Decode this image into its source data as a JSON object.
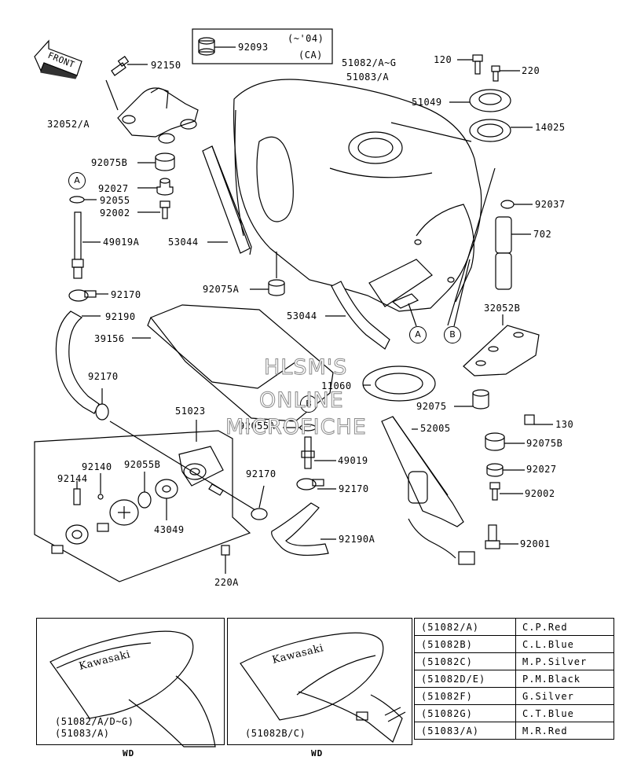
{
  "front_label": "FRONT",
  "watermark": [
    "HLSM'S",
    "ONLINE",
    "MICROFICHE"
  ],
  "ca_note": {
    "part": "92093",
    "years": "(~'04)",
    "region": "(CA)"
  },
  "callouts": {
    "A": "A",
    "B": "B"
  },
  "parts": {
    "p92150": "92150",
    "p32052A": "32052/A",
    "p92075B_1": "92075B",
    "p92027_1": "92027",
    "p92055": "92055",
    "p92002_1": "92002",
    "p49019A": "49019A",
    "p53044_1": "53044",
    "p92075A": "92075A",
    "p92170_1": "92170",
    "p92190": "92190",
    "p39156": "39156",
    "p51082": "51082/A~G",
    "p51083": "51083/A",
    "p120": "120",
    "p220": "220",
    "p51049": "51049",
    "p14025": "14025",
    "p92037": "92037",
    "p702": "702",
    "p53044_2": "53044",
    "p32052B": "32052B",
    "p11060": "11060",
    "p92075": "92075",
    "p130": "130",
    "p52005": "52005",
    "p92075B_2": "92075B",
    "p92027_2": "92027",
    "p92002_2": "92002",
    "p92001": "92001",
    "p92170_2": "92170",
    "p51023": "51023",
    "p92055A": "92055A",
    "p49019": "49019",
    "p92170_3": "92170",
    "p92170_4": "92170",
    "p92190A": "92190A",
    "p92140": "92140",
    "p92055B": "92055B",
    "p92144": "92144",
    "p43049": "43049",
    "p220A": "220A"
  },
  "emblem": {
    "left_brand": "Kawasaki",
    "right_brand": "Kawasaki",
    "left_codes": [
      "(51082/A/D~G)",
      "(51083/A)"
    ],
    "right_codes": [
      "(51082B/C)"
    ],
    "left_wd": "WD",
    "right_wd": "WD"
  },
  "color_table": [
    {
      "code": "(51082/A)",
      "color": "C.P.Red"
    },
    {
      "code": "(51082B)",
      "color": "C.L.Blue"
    },
    {
      "code": "(51082C)",
      "color": "M.P.Silver"
    },
    {
      "code": "(51082D/E)",
      "color": "P.M.Black"
    },
    {
      "code": "(51082F)",
      "color": "G.Silver"
    },
    {
      "code": "(51082G)",
      "color": "C.T.Blue"
    },
    {
      "code": "(51083/A)",
      "color": "M.R.Red"
    }
  ]
}
